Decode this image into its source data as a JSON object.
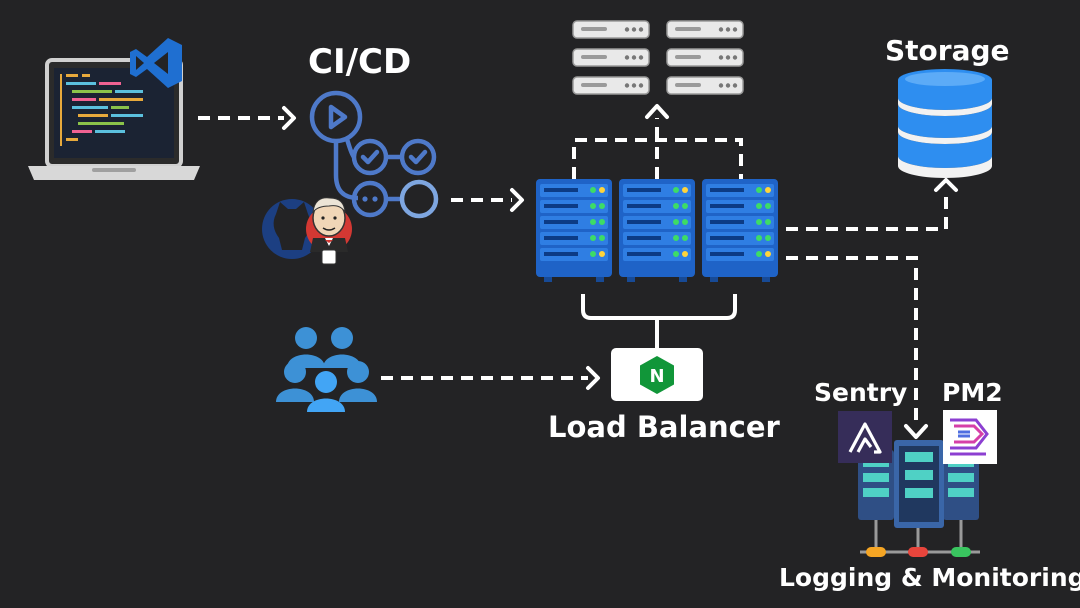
{
  "labels": {
    "cicd": "CI/CD",
    "storage": "Storage",
    "load_balancer": "Load Balancer",
    "sentry": "Sentry",
    "pm2": "PM2",
    "logging": "Logging & Monitoring"
  },
  "logos": {
    "nginx": "N"
  },
  "icons": {
    "vscode": "vscode-icon",
    "laptop": "laptop-code-icon",
    "pipeline": "pipeline-icon",
    "github": "github-icon",
    "jenkins": "jenkins-icon",
    "users": "users-group-icon",
    "server_rack": "server-rack-icon",
    "database": "database-icon",
    "sentry": "sentry-logo-icon",
    "pm2": "pm2-logo-icon"
  },
  "colors": {
    "background": "#232325",
    "server_blue": "#1f63c7",
    "pipeline_blue": "#4e79c9",
    "storage_blue": "#2e8ef0",
    "users_blue": "#42a5f5",
    "nginx_green": "#119639",
    "sentry_purple": "#362d59"
  }
}
